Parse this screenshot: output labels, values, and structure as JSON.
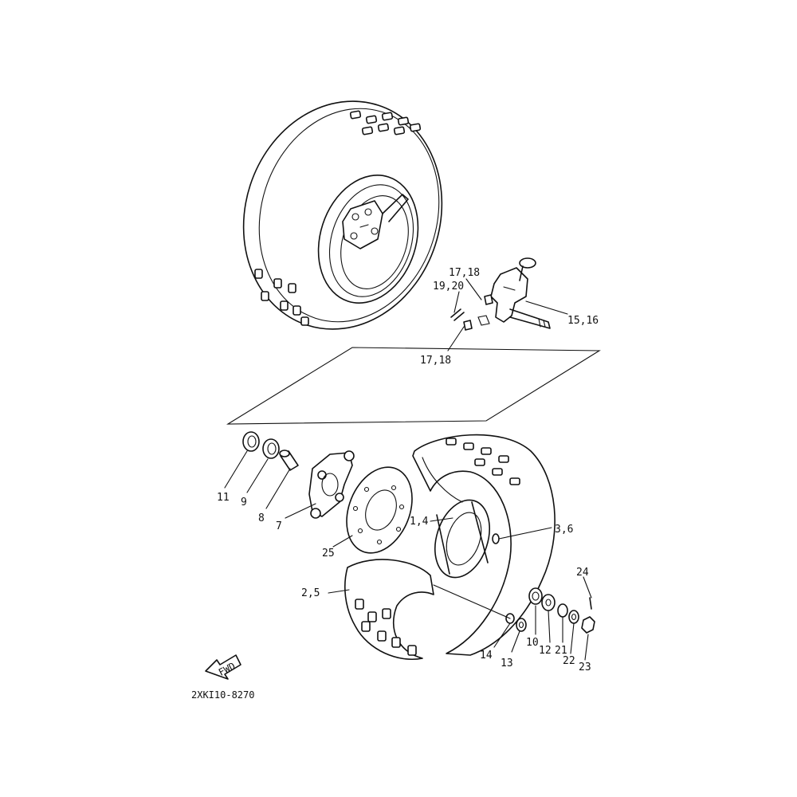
{
  "diagram": {
    "drawing_code": "2XKI10-8270",
    "fwd_arrow_text": "FWD",
    "callouts": {
      "c17_18_top": "17,18",
      "c19_20": "19,20",
      "c15_16": "15,16",
      "c17_18_bottom": "17,18",
      "c11": "11",
      "c9": "9",
      "c8": "8",
      "c7": "7",
      "c1_4": "1,4",
      "c3_6": "3,6",
      "c25": "25",
      "c2_5": "2,5",
      "c24": "24",
      "c10": "10",
      "c12": "12",
      "c21": "21",
      "c22": "22",
      "c23": "23",
      "c14": "14",
      "c13": "13"
    }
  }
}
